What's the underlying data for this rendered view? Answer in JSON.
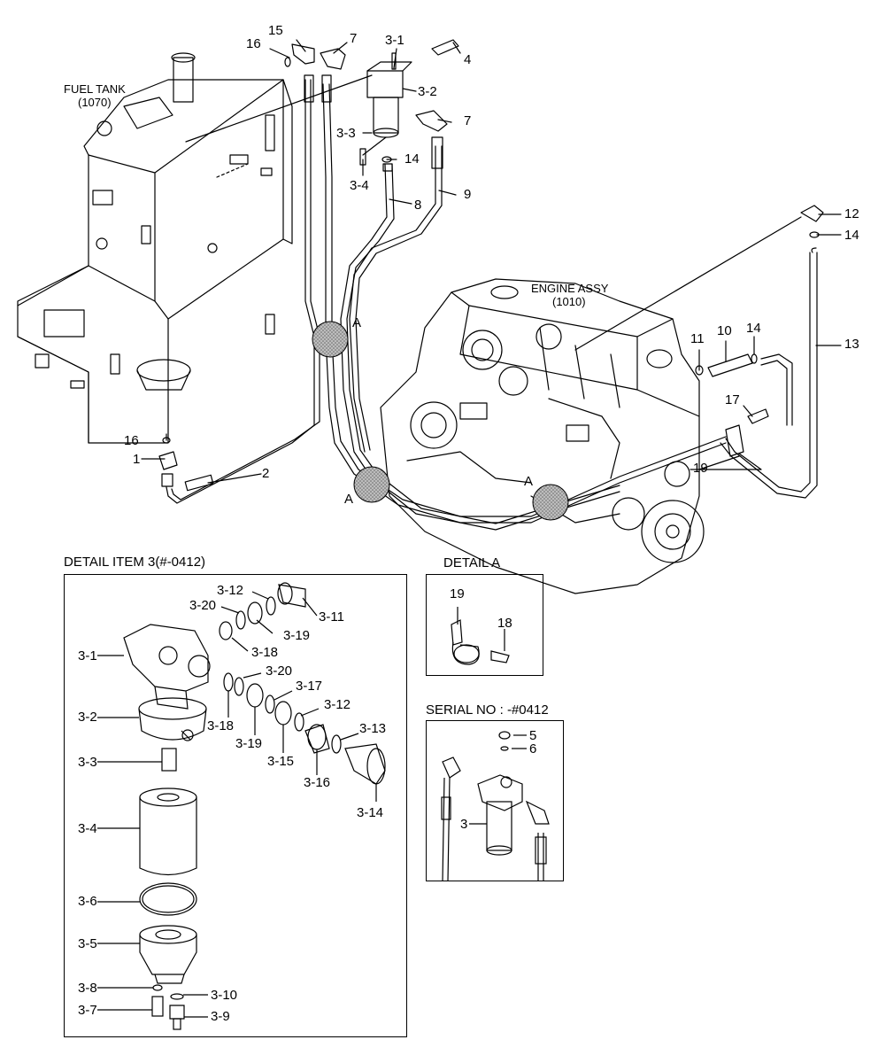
{
  "tank": {
    "title": "FUEL TANK",
    "code": "(1070)"
  },
  "engine": {
    "title": "ENGINE ASSY",
    "code": "(1010)"
  },
  "detail_item3": {
    "title": "DETAIL ITEM 3(#-0412)"
  },
  "detail_a": {
    "title": "DETAIL  A"
  },
  "serial": {
    "title": "SERIAL NO : -#0412"
  },
  "labels": {
    "p1": "1",
    "p2": "2",
    "p3_1": "3-1",
    "p3_2": "3-2",
    "p3_3": "3-3",
    "p3_4": "3-4",
    "p4": "4",
    "p7a": "7",
    "p7b": "7",
    "p8": "8",
    "p9": "9",
    "p10": "10",
    "p11": "11",
    "p12": "12",
    "p13": "13",
    "p14a": "14",
    "p14b": "14",
    "p14c": "14",
    "p15": "15",
    "p16a": "16",
    "p16b": "16",
    "p17": "17",
    "p19": "19",
    "pa1": "A",
    "pa2": "A",
    "pa3": "A"
  },
  "detail3_labels": {
    "d3_12a": "3-12",
    "d3_20a": "3-20",
    "d3_11": "3-11",
    "d3_19a": "3-19",
    "d3_18a": "3-18",
    "d3_1": "3-1",
    "d3_20b": "3-20",
    "d3_17": "3-17",
    "d3_12b": "3-12",
    "d3_2": "3-2",
    "d3_18b": "3-18",
    "d3_19b": "3-19",
    "d3_15": "3-15",
    "d3_13": "3-13",
    "d3_16": "3-16",
    "d3_3": "3-3",
    "d3_14": "3-14",
    "d3_4": "3-4",
    "d3_6": "3-6",
    "d3_5": "3-5",
    "d3_8": "3-8",
    "d3_10": "3-10",
    "d3_7": "3-7",
    "d3_9": "3-9"
  },
  "detaila_labels": {
    "da19": "19",
    "da18": "18"
  },
  "serial_labels": {
    "s5": "5",
    "s6": "6",
    "s3": "3"
  }
}
